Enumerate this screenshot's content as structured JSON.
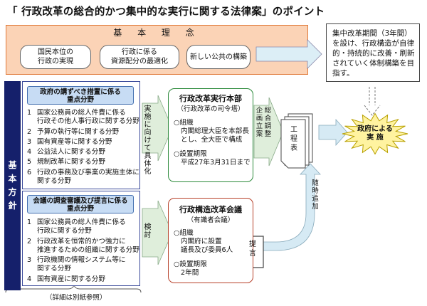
{
  "title": "「 行政改革の総合的かつ集中的な実行に関する法律案」のポイント",
  "basic_principle": {
    "heading": "基 本 理 念",
    "items": [
      "国民本位の\n行政の実現",
      "行政に係る\n資源配分の最適化",
      "新しい公共の構築"
    ]
  },
  "note": "集中改革期間（3年間）を設け、行政構造が自律的・持続的に改善・刷新されていく体制構築を目指す。",
  "basic_policy_label": "基\n本\n方\n針",
  "section1": {
    "heading": "政府の講ずべき措置に係る\n重点分野",
    "items": [
      {
        "n": "1",
        "lines": [
          "国家公務員の総人件費に係る",
          "行政その他人事行政に関する分野"
        ]
      },
      {
        "n": "2",
        "lines": [
          "予算の執行等に関する分野"
        ]
      },
      {
        "n": "3",
        "lines": [
          "国有資産等に関する分野"
        ]
      },
      {
        "n": "4",
        "lines": [
          "公益法人に関する分野"
        ]
      },
      {
        "n": "5",
        "lines": [
          "規制改革に関する分野"
        ]
      },
      {
        "n": "6",
        "lines": [
          "行政の事務及び事業の実施主体に",
          "関する分野"
        ]
      }
    ]
  },
  "section2": {
    "heading": "会議の調査審議及び提言に係る\n重点分野",
    "items": [
      {
        "n": "1",
        "lines": [
          "国家公務員の総人件費に係る",
          "行政に関する分野"
        ]
      },
      {
        "n": "2",
        "lines": [
          "行政改革を恒常的かつ強力に",
          "推進するための組織に関する分野"
        ]
      },
      {
        "n": "3",
        "lines": [
          "行政機関の情報システム等に",
          "関する分野"
        ]
      },
      {
        "n": "4",
        "lines": [
          "国有資産に関する分野"
        ]
      }
    ]
  },
  "footnote": "（詳細は別紙参照）",
  "arrow_labels": {
    "implement": "実施に向けて具体化",
    "review": "検 討",
    "plan": "総合調整 企画立案",
    "add": "随時追加"
  },
  "headquarters": {
    "title": "行政改革実行本部",
    "subtitle": "（行政改革の司令塔）",
    "org_label": "○組織",
    "org_text": "内閣総理大臣を本部長とし、全大臣で構成",
    "period_label": "○設置期限",
    "period_text": "平成27年3月31日まで"
  },
  "council": {
    "title": "行政構造改革会議",
    "subtitle": "（有識者会議）",
    "org_label": "○組織",
    "org_text": "内閣府に設置\n議長及び委員6人",
    "period_label": "○設置期限",
    "period_text": "2年間",
    "proposal": "提\n言"
  },
  "schedule": "工\n程\n表",
  "implementation": "政府による\n実 施"
}
